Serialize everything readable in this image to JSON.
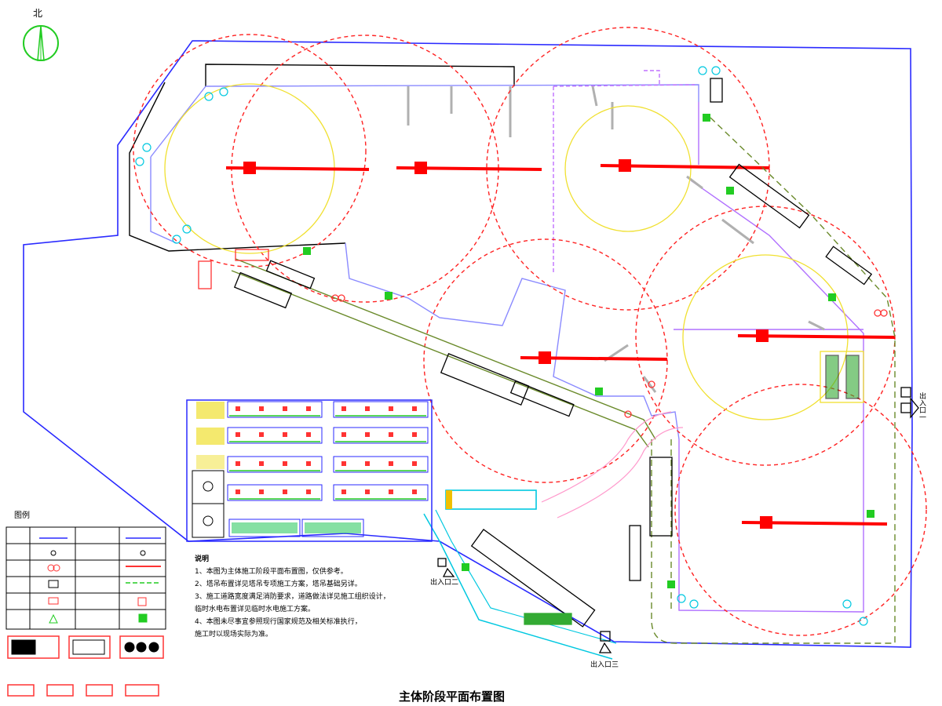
{
  "drawing": {
    "title": "主体阶段平面布置图",
    "north_label": "北",
    "legend_title": "图例",
    "notes_title": "说明",
    "notes": [
      "1、本图为主体施工阶段平面布置图，仅供参考。",
      "2、塔吊布置详见塔吊专项施工方案，塔吊基础另详。",
      "3、施工道路宽度满足消防要求，道路做法详见施工组织设计，",
      "临时水电布置详见临时水电施工方案。",
      "4、本图未尽事宜参照现行国家规范及相关标准执行，",
      "施工时以现场实际为准。"
    ],
    "gates": [
      {
        "label": "出入口一"
      },
      {
        "label": "出入口二"
      },
      {
        "label": "出入口三"
      }
    ]
  },
  "colors": {
    "boundary": "#2a2aff",
    "crane_radius": "#ff2222",
    "crane_arm": "#ff0000",
    "building": "#b070ff",
    "road": "#6a8a2a",
    "yellow_ring": "#f0e030",
    "cyan": "#00c8e0",
    "gray": "#b0b0b0"
  }
}
